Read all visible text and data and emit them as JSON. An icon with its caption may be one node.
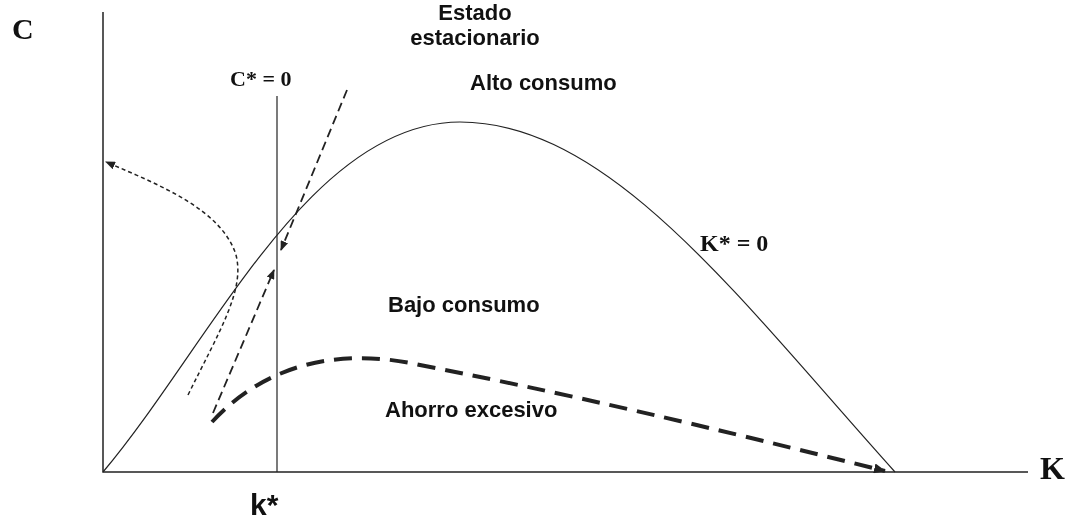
{
  "diagram": {
    "labels": [
      "C",
      "Estado estacionario",
      "C* = 0",
      "Alto consumo",
      "K* = 0",
      "Bajo consumo",
      "Ahorro excesivo",
      "K",
      "k*"
    ]
  }
}
